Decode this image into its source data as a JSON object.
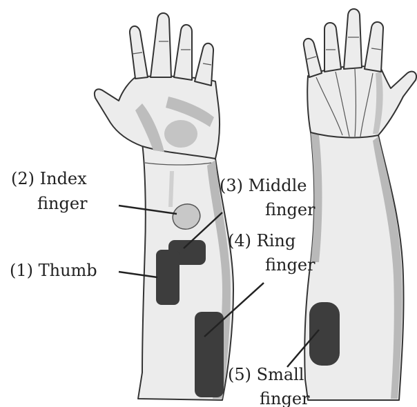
{
  "colors": {
    "skin": "#ececec",
    "shade": "#b4b4b4",
    "outline": "#333333",
    "electrode_dark": "#3d3d3d",
    "electrode_light": "#c8c8c8",
    "leader": "#222222"
  },
  "labels": {
    "index": {
      "line1": "(2) Index",
      "line2": "finger"
    },
    "middle": {
      "line1": "(3) Middle",
      "line2": "finger"
    },
    "ring": {
      "line1": "(4) Ring",
      "line2": "finger"
    },
    "thumb": {
      "line1": "(1) Thumb"
    },
    "small": {
      "line1": "(5) Small",
      "line2": "finger"
    }
  }
}
